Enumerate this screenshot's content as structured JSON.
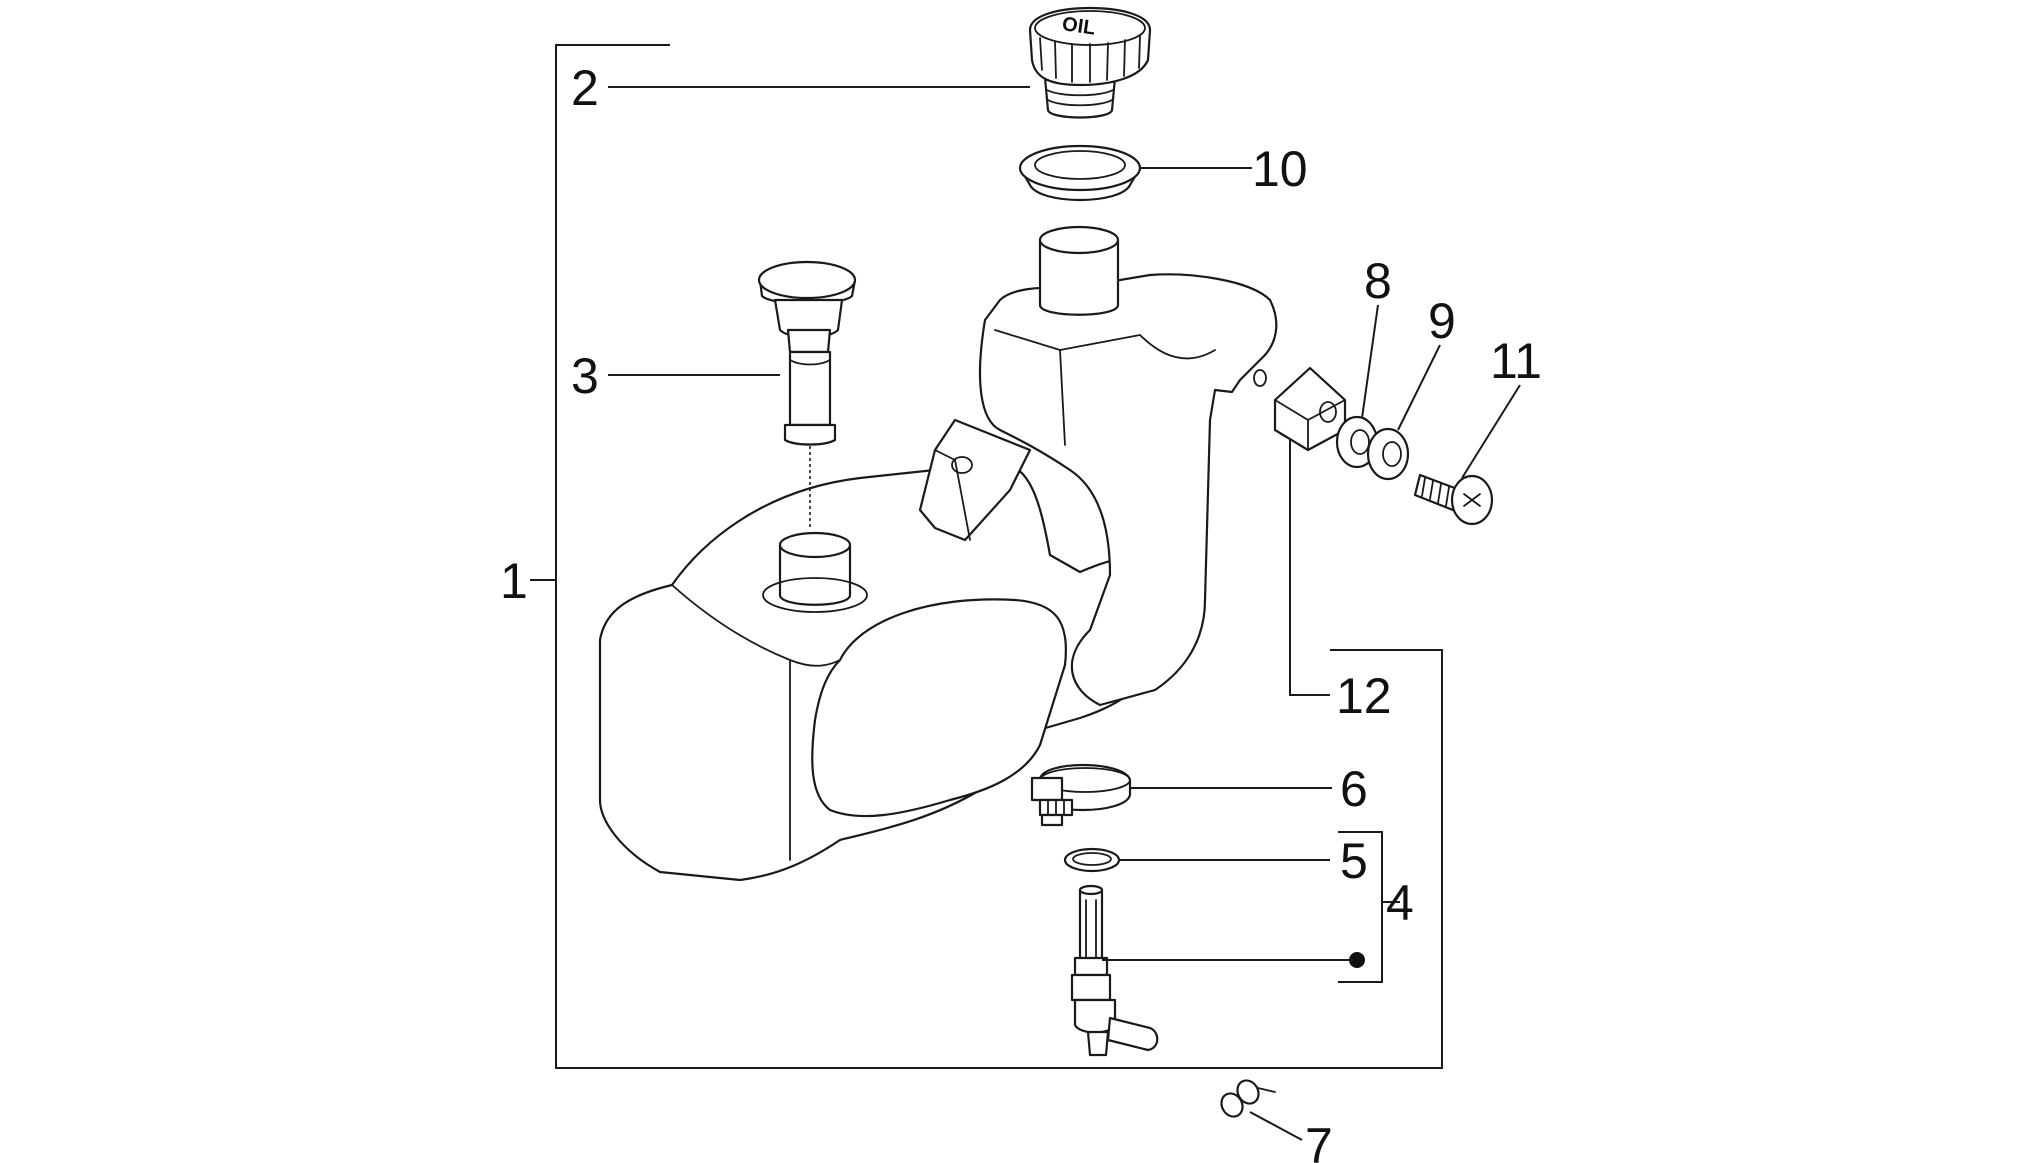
{
  "cap_marking": "OIL",
  "callouts": {
    "c1": "1",
    "c2": "2",
    "c3": "3",
    "c4": "4",
    "c5": "5",
    "c6": "6",
    "c7": "7",
    "c8": "8",
    "c9": "9",
    "c10": "10",
    "c11": "11",
    "c12": "12"
  },
  "colors": {
    "line": "#1a1a1a",
    "background": "#ffffff"
  }
}
